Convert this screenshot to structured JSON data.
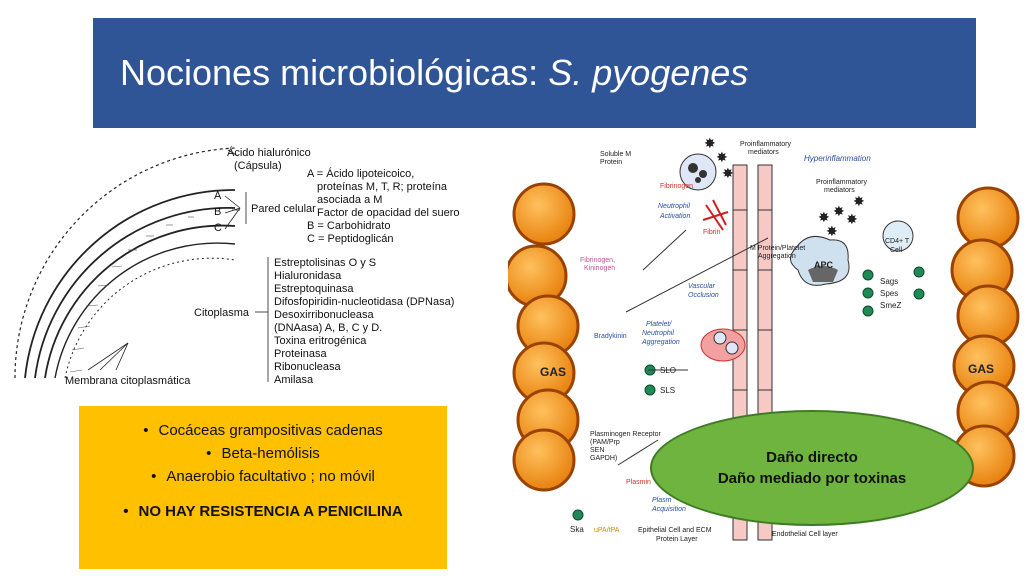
{
  "slide": {
    "title_main": "Nociones microbiológicas: ",
    "title_italic": "S. pyogenes"
  },
  "cell_wall_diagram": {
    "capsule_label_1": "Ácido hialurónico",
    "capsule_label_2": "(Cápsula)",
    "layer_a": "A",
    "layer_b": "B",
    "layer_c": "C",
    "wall_label": "Pared celular",
    "def_a_1": "A = Ácido lipoteicoico,",
    "def_a_2": "proteínas M, T, R; proteína",
    "def_a_3": "asociada a M",
    "def_a_4": "Factor de opacidad del suero",
    "def_b": "B = Carbohidrato",
    "def_c": "C = Peptidoglicán",
    "cytoplasm_label": "Citoplasma",
    "cytoplasm_items": [
      "Estreptolisinas O y S",
      "Hialuronidasa",
      "Estreptoquinasa",
      "Difosfopiridin-nucleotidasa (DPNasa)",
      "Desoxirribonucleasa",
      "(DNAasa) A, B, C y D.",
      "Toxina eritrogénica",
      "Proteinasa",
      "Ribonucleasa",
      "Amilasa"
    ],
    "membrane_label": "Membrana citoplasmática"
  },
  "pathway_figure": {
    "soluble_m_1": "Soluble M",
    "soluble_m_2": "Protein",
    "fibrinogen": "Fibrinogen",
    "proinflam_1": "Proinflammatory",
    "proinflam_2": "mediators",
    "hyperinflammation": "Hyperinflammation",
    "proinflam_b_1": "Proinflammatory",
    "proinflam_b_2": "mediators",
    "neutrophil_1": "Neutrophil",
    "neutrophil_2": "Activation",
    "fibrin": "Fibrin",
    "fibrinogen_kininogen_1": "Fibrinogen,",
    "fibrinogen_kininogen_2": "Kininogen",
    "m_platelet_1": "M Protein/Platelet",
    "m_platelet_2": "Aggregation",
    "apc": "APC",
    "cd4_1": "CD4+ T",
    "cd4_2": "Cell",
    "vascular_1": "Vascular",
    "vascular_2": "Occlusion",
    "sags": "Sags",
    "spes": "Spes",
    "smez": "SmeZ",
    "bradykinin": "Bradykinin",
    "platelet_1": "Platelet/",
    "platelet_2": "Neutrophil",
    "platelet_3": "Aggregation",
    "gas_left": "GAS",
    "gas_right": "GAS",
    "slo": "SLO",
    "sls": "SLS",
    "plg_receptor_1": "Plasminogen Receptor",
    "plg_receptor_2": "(PAM/Prp",
    "plg_receptor_3": "SEN",
    "plg_receptor_4": "GAPDH)",
    "plasmin": "Plasmin",
    "plasmin_acq_1": "Plasm",
    "plasmin_acq_2": "Acquisition",
    "ska": "Ska",
    "upa": "uPA/tPA",
    "epithelial_1": "Epithelial Cell and ECM",
    "epithelial_2": "Protein Layer",
    "endothelial": "Endothelial Cell layer",
    "colors": {
      "bacteria": "#f39a2b",
      "bacteria_edge": "#c25a00",
      "endothelium": "#f6c9c4",
      "marker": "#1f8a55"
    }
  },
  "features_box": {
    "items": [
      "Cocáceas grampositivas cadenas",
      "Beta-hemólisis",
      "Anaerobio facultativo ; no móvil"
    ],
    "highlight": "NO HAY RESISTENCIA A PENICILINA",
    "color": "#ffc000"
  },
  "damage_ellipse": {
    "line1": "Daño directo",
    "line2": "Daño mediado por toxinas",
    "color": "#6fb43e"
  }
}
